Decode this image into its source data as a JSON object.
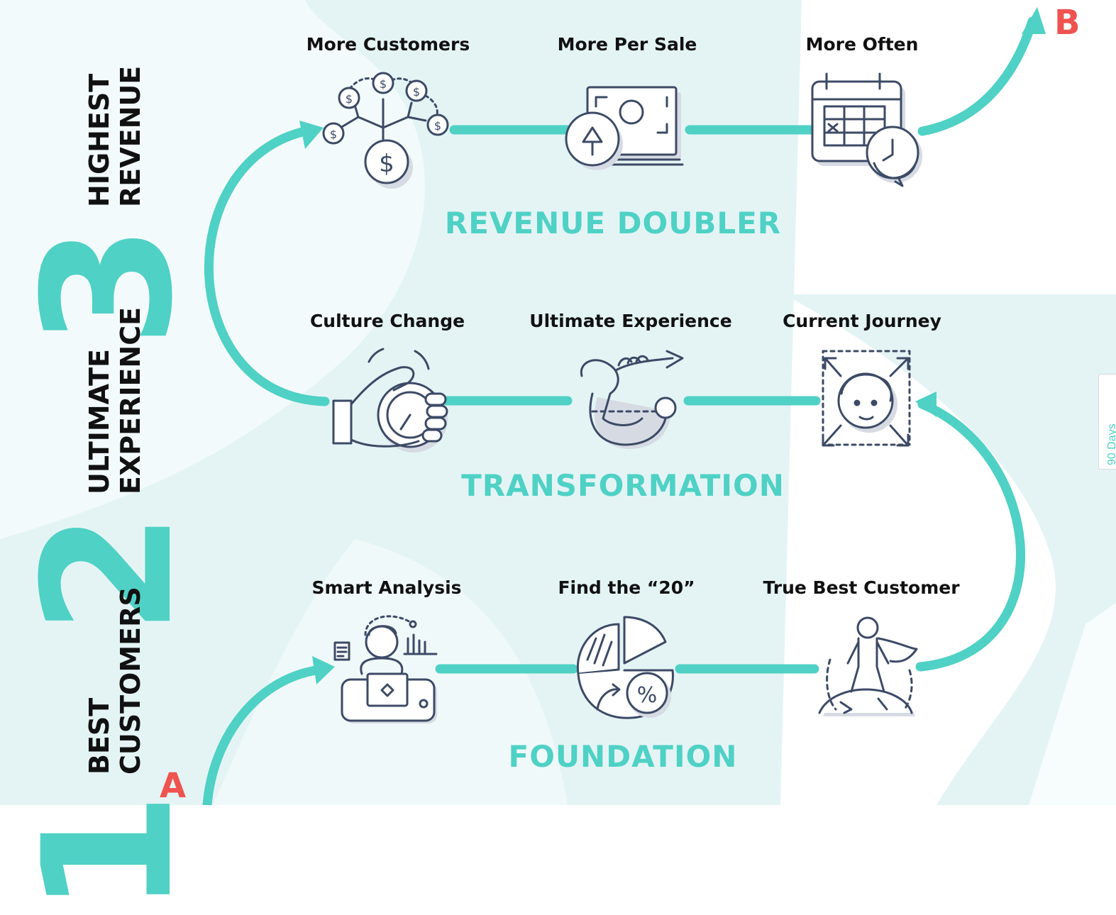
{
  "colors": {
    "accent": "#4fd1c5",
    "background_tint": "#e4f4f5",
    "endpoint": "#ef5350",
    "icon_stroke": "#3c4a66",
    "text": "#111111"
  },
  "endpoints": {
    "start": "A",
    "end": "B"
  },
  "stages": [
    {
      "number": "1",
      "line1": "BEST",
      "line2": "CUSTOMERS"
    },
    {
      "number": "2",
      "line1": "ULTIMATE",
      "line2": "EXPERIENCE"
    },
    {
      "number": "3",
      "line1": "HIGHEST",
      "line2": "REVENUE"
    }
  ],
  "phases": [
    {
      "title": "REVENUE DOUBLER",
      "steps": [
        {
          "label": "More Customers",
          "icon": "money-network-icon"
        },
        {
          "label": "More Per Sale",
          "icon": "cash-increase-icon"
        },
        {
          "label": "More Often",
          "icon": "calendar-repeat-icon"
        }
      ]
    },
    {
      "title": "TRANSFORMATION",
      "steps": [
        {
          "label": "Culture Change",
          "icon": "hand-stopwatch-icon"
        },
        {
          "label": "Ultimate Experience",
          "icon": "flexed-arm-icon"
        },
        {
          "label": "Current Journey",
          "icon": "face-arrows-icon"
        }
      ]
    },
    {
      "title": "FOUNDATION",
      "steps": [
        {
          "label": "Smart Analysis",
          "icon": "analyst-laptop-icon"
        },
        {
          "label": "Find the “20”",
          "icon": "pie-percent-icon"
        },
        {
          "label": "True Best Customer",
          "icon": "hero-icon"
        }
      ]
    }
  ],
  "side_tab": {
    "text": "90 Days"
  }
}
